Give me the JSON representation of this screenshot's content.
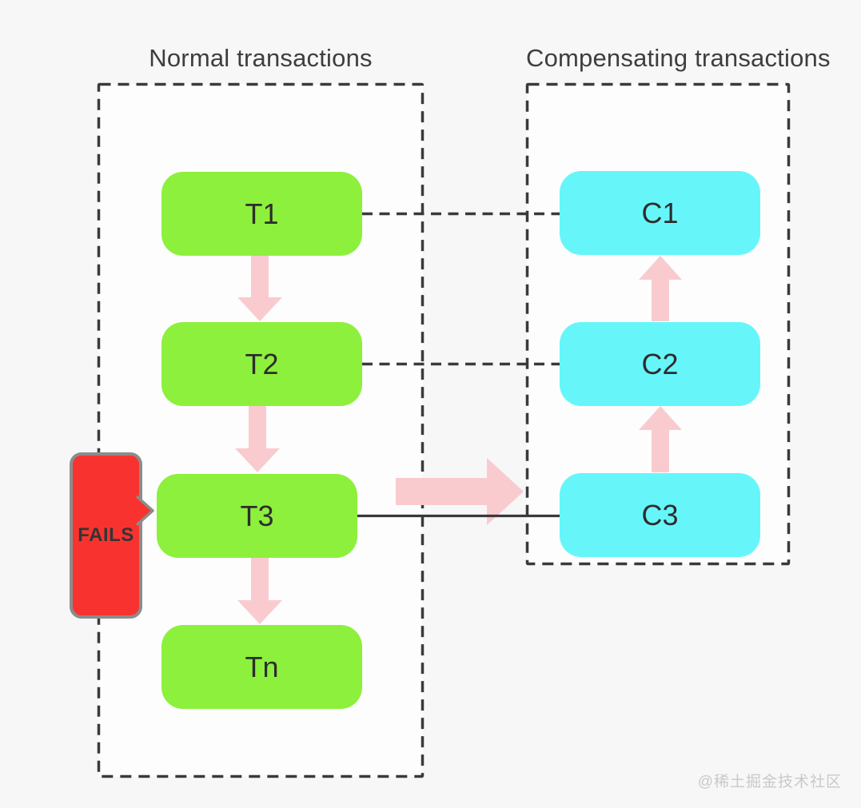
{
  "colors": {
    "page_bg": "#f7f7f8",
    "panel_bg": "#fdfdfe",
    "ink": "#3a3a3a",
    "normal_node": "#8df03c",
    "comp_node": "#66f6fa",
    "pink": "#f9cbcf",
    "red": "#f8332f",
    "red_border": "#8c8c8c",
    "node_text": "#2d2d2d",
    "title_text": "#3e3e3e",
    "watermark_text": "#c9c9c9"
  },
  "normal_panel": {
    "title": "Normal transactions",
    "nodes": [
      {
        "label": "T1"
      },
      {
        "label": "T2"
      },
      {
        "label": "T3"
      },
      {
        "label": "Tn"
      }
    ]
  },
  "compensating_panel": {
    "title": "Compensating transactions",
    "nodes": [
      {
        "label": "C1"
      },
      {
        "label": "C2"
      },
      {
        "label": "C3"
      }
    ]
  },
  "failure": {
    "label": "FAILS",
    "points_to": "T3"
  },
  "links": [
    {
      "from": "T1",
      "to": "T2",
      "type": "pink-arrow-down"
    },
    {
      "from": "T2",
      "to": "T3",
      "type": "pink-arrow-down"
    },
    {
      "from": "T3",
      "to": "Tn",
      "type": "pink-arrow-down"
    },
    {
      "from": "C3",
      "to": "C2",
      "type": "pink-arrow-up"
    },
    {
      "from": "C2",
      "to": "C1",
      "type": "pink-arrow-up"
    },
    {
      "from": "T1",
      "to": "C1",
      "type": "dashed-line"
    },
    {
      "from": "T2",
      "to": "C2",
      "type": "dashed-line"
    },
    {
      "from": "T3",
      "to": "C3",
      "type": "solid-line-and-big-pink-arrow"
    }
  ],
  "watermark": "@稀土掘金技术社区"
}
